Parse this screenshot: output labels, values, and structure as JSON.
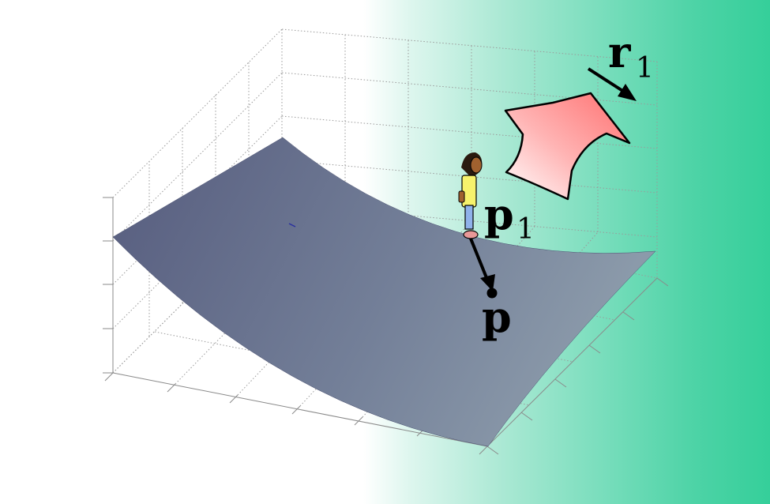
{
  "labels": {
    "r_main": "r",
    "r_sub": "1",
    "p1_main": "p",
    "p1_sub": "1",
    "p_main": "p"
  },
  "colors": {
    "surface_dark": "#575d80",
    "surface_light": "#8796a6",
    "background_accent": "#35cf9a",
    "arrow_pink": "#ff8080",
    "vector": "#000000",
    "figure_shirt": "#f7f26c",
    "figure_legs": "#8fb1ea",
    "figure_skin": "#a0612f"
  },
  "icons": {
    "curved_arrow": "curved-arrow-icon",
    "person": "person-figure-icon"
  }
}
